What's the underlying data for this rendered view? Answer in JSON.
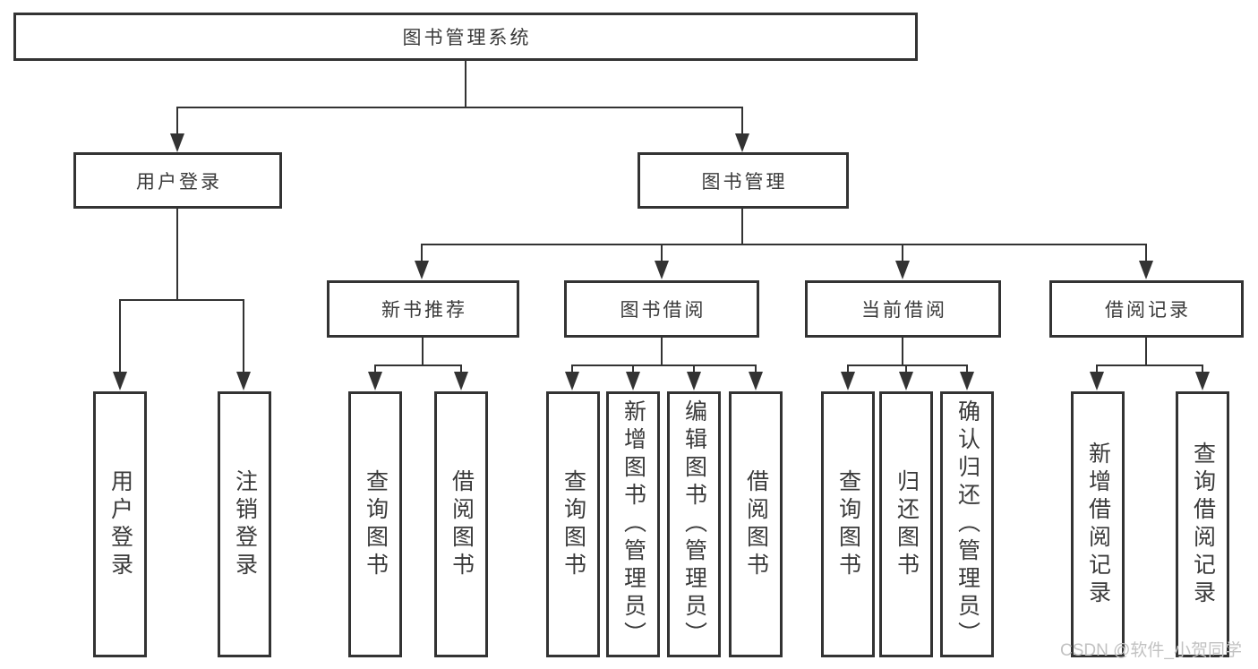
{
  "tree": {
    "root": {
      "label": "图书管理系统",
      "children": [
        {
          "label": "用户登录",
          "children": [
            {
              "label": "用户登录"
            },
            {
              "label": "注销登录"
            }
          ]
        },
        {
          "label": "图书管理",
          "children": [
            {
              "label": "新书推荐",
              "children": [
                {
                  "label": "查询图书"
                },
                {
                  "label": "借阅图书"
                }
              ]
            },
            {
              "label": "图书借阅",
              "children": [
                {
                  "label": "查询图书"
                },
                {
                  "label": "新增图书（管理员）"
                },
                {
                  "label": "编辑图书（管理员）"
                },
                {
                  "label": "借阅图书"
                }
              ]
            },
            {
              "label": "当前借阅",
              "children": [
                {
                  "label": "查询图书"
                },
                {
                  "label": "归还图书"
                },
                {
                  "label": "确认归还（管理员）"
                }
              ]
            },
            {
              "label": "借阅记录",
              "children": [
                {
                  "label": "新增借阅记录"
                },
                {
                  "label": "查询借阅记录"
                }
              ]
            }
          ]
        }
      ]
    }
  },
  "watermark": {
    "text": "CSDN @软件_小贺同学"
  },
  "colors": {
    "line": "#333333",
    "box_border": "#333333",
    "text": "#3a3a3a",
    "watermark": "#c2c2c2",
    "background": "#ffffff"
  }
}
